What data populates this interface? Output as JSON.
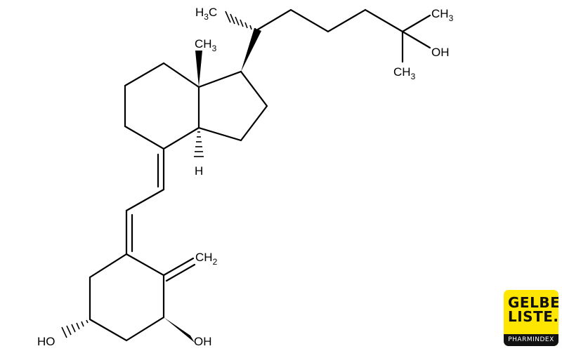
{
  "molecule": {
    "labels": {
      "h3c_sidechain": "H",
      "h3c_sub": "3",
      "h3c_c": "C",
      "ch3_top": "CH",
      "ch3_top_sub": "3",
      "ch3_c13": "CH",
      "ch3_c13_sub": "3",
      "oh_side": "OH",
      "ch3_bottom": "CH",
      "ch3_bottom_sub": "3",
      "h_c14": "H",
      "ch2": "CH",
      "ch2_sub": "2",
      "ho_left": "HO",
      "oh_right": "OH"
    }
  },
  "logo": {
    "line1": "GELBE",
    "line2": "LISTE.",
    "bar": "PHARMINDEX",
    "bg_color": "#ffe600",
    "bar_color": "#111111"
  }
}
